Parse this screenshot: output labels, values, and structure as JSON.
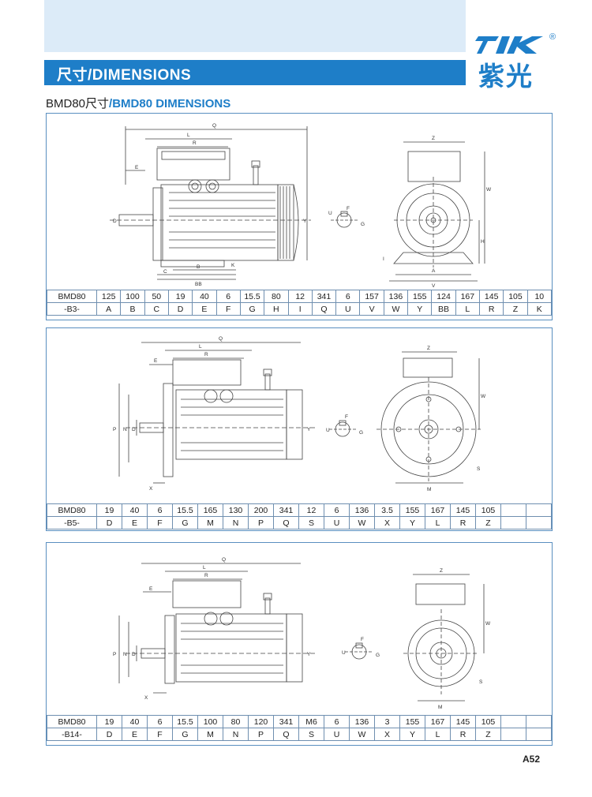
{
  "header": {
    "title": "尺寸/DIMENSIONS",
    "logo_text": "紫光",
    "logo_mark": "TIK",
    "registered": "®"
  },
  "subtitle": {
    "prefix": "BMD80尺寸",
    "suffix": "/BMD80 DIMENSIONS"
  },
  "sections": [
    {
      "model": "BMD80",
      "mount": "-B3-",
      "values": [
        "125",
        "100",
        "50",
        "19",
        "40",
        "6",
        "15.5",
        "80",
        "12",
        "341",
        "6",
        "157",
        "136",
        "155",
        "124",
        "167",
        "145",
        "105",
        "10"
      ],
      "letters": [
        "A",
        "B",
        "C",
        "D",
        "E",
        "F",
        "G",
        "H",
        "I",
        "Q",
        "U",
        "V",
        "W",
        "Y",
        "BB",
        "L",
        "R",
        "Z",
        "K"
      ],
      "drawing_labels": [
        "Q",
        "L",
        "R",
        "E",
        "D",
        "Y",
        "C",
        "B",
        "BB",
        "K",
        "F",
        "U",
        "G",
        "Z",
        "W",
        "H",
        "I",
        "A",
        "V"
      ]
    },
    {
      "model": "BMD80",
      "mount": "-B5-",
      "values": [
        "19",
        "40",
        "6",
        "15.5",
        "165",
        "130",
        "200",
        "341",
        "12",
        "6",
        "136",
        "3.5",
        "155",
        "167",
        "145",
        "105",
        "",
        ""
      ],
      "letters": [
        "D",
        "E",
        "F",
        "G",
        "M",
        "N",
        "P",
        "Q",
        "S",
        "U",
        "W",
        "X",
        "Y",
        "L",
        "R",
        "Z",
        "",
        ""
      ],
      "drawing_labels": [
        "Q",
        "L",
        "R",
        "E",
        "P",
        "N",
        "D",
        "X",
        "Y",
        "F",
        "U",
        "G",
        "Z",
        "W",
        "M",
        "S"
      ]
    },
    {
      "model": "BMD80",
      "mount": "-B14-",
      "values": [
        "19",
        "40",
        "6",
        "15.5",
        "100",
        "80",
        "120",
        "341",
        "M6",
        "6",
        "136",
        "3",
        "155",
        "167",
        "145",
        "105",
        "",
        ""
      ],
      "letters": [
        "D",
        "E",
        "F",
        "G",
        "M",
        "N",
        "P",
        "Q",
        "S",
        "U",
        "W",
        "X",
        "Y",
        "L",
        "R",
        "Z",
        "",
        ""
      ],
      "drawing_labels": [
        "Q",
        "L",
        "R",
        "E",
        "P",
        "N",
        "D",
        "X",
        "Y",
        "F",
        "U",
        "G",
        "Z",
        "W",
        "M",
        "S"
      ]
    }
  ],
  "page_number": "A52",
  "colors": {
    "accent": "#1e7ec8",
    "band": "#dcebf8",
    "border": "#5a8fc0"
  }
}
